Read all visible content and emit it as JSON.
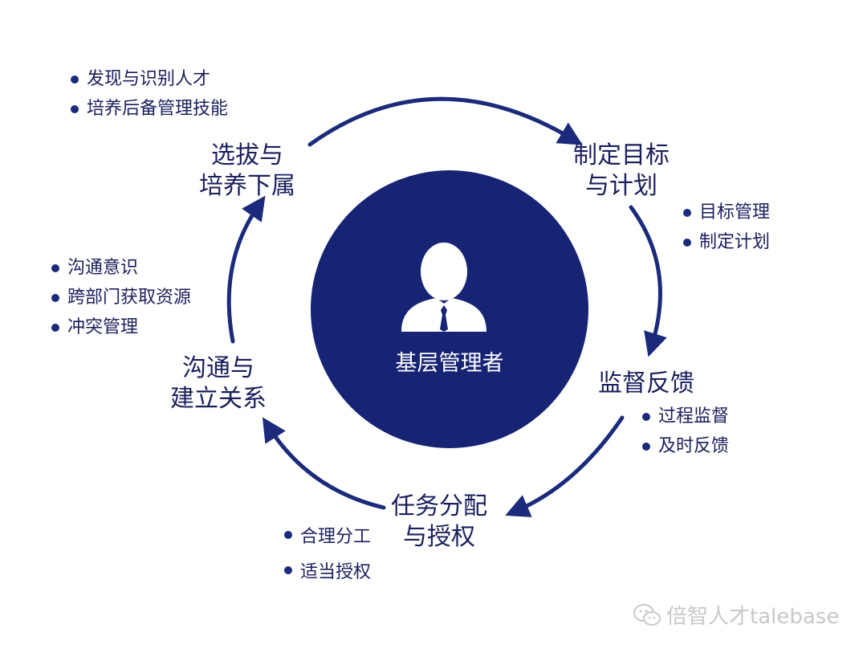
{
  "center": {
    "label": "基层管理者"
  },
  "colors": {
    "primary": "#1b2a7a",
    "circle": "#172474",
    "text": "#1a1f5c",
    "watermark": "#c9c9c9"
  },
  "stages": [
    {
      "id": "select",
      "title_lines": [
        "选拔与",
        "培养下属"
      ],
      "bullets": [
        "发现与识别人才",
        "培养后备管理技能"
      ]
    },
    {
      "id": "goals",
      "title_lines": [
        "制定目标",
        "与计划"
      ],
      "bullets": [
        "目标管理",
        "制定计划"
      ]
    },
    {
      "id": "monitor",
      "title_lines": [
        "监督反馈"
      ],
      "bullets": [
        "过程监督",
        "及时反馈"
      ]
    },
    {
      "id": "delegate",
      "title_lines": [
        "任务分配",
        "与授权"
      ],
      "bullets": [
        "合理分工",
        "适当授权"
      ]
    },
    {
      "id": "communicate",
      "title_lines": [
        "沟通与",
        "建立关系"
      ],
      "bullets": [
        "沟通意识",
        "跨部门获取资源",
        "冲突管理"
      ]
    }
  ],
  "watermark": {
    "icon": "wechat-icon",
    "text": "倍智人才talebase"
  }
}
